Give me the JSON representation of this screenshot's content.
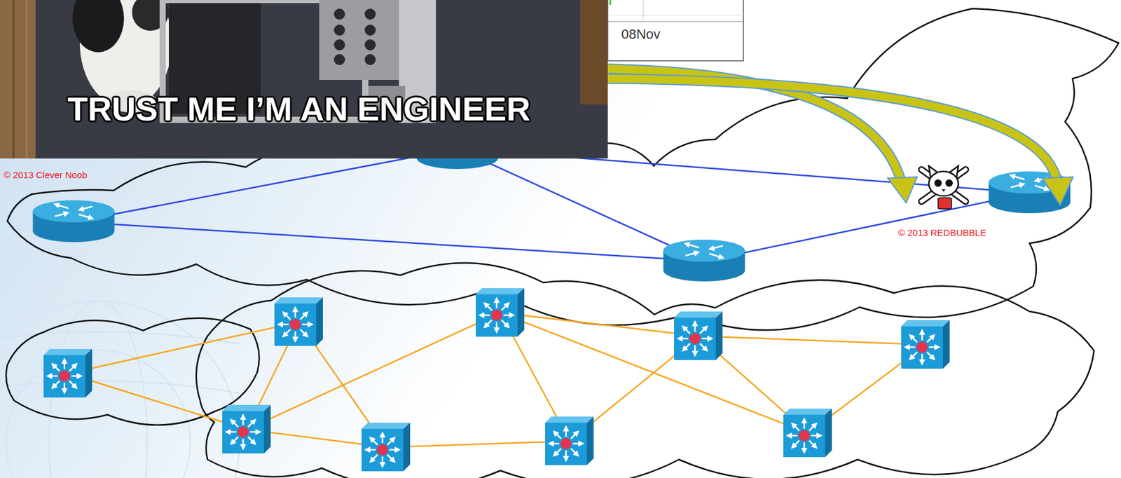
{
  "diagram": {
    "labels": [
      "TRUST ME I’M AN ENGINEER",
      "© 2013 Clever Noob",
      "08Nov",
      "© 2013 REDBUBBLE"
    ]
  }
}
